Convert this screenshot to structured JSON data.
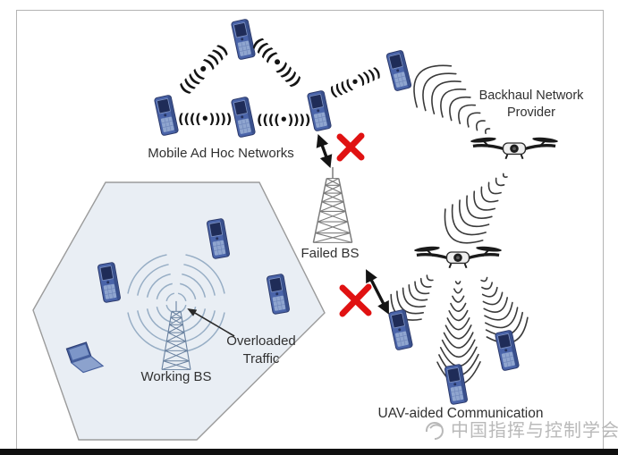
{
  "figure": {
    "regions": {
      "adhoc": {
        "label": "Mobile Ad Hoc Networks"
      },
      "backhaul": {
        "label_line1": "Backhaul Network",
        "label_line2": "Provider"
      },
      "failed_bs": {
        "label": "Failed BS"
      },
      "overloaded": {
        "label_line1": "Overloaded",
        "label_line2": "Traffic"
      },
      "working_bs": {
        "label": "Working BS"
      },
      "uav": {
        "label": "UAV-aided Communication"
      }
    },
    "watermark": {
      "text": "中国指挥与控制学会"
    },
    "icons": {
      "adhoc_signal_glyph": "((((•))))"
    },
    "colors": {
      "accent_red": "#e01212",
      "phone_blue": "#4a64a9",
      "hexagon_fill": "#e9eef4",
      "hexagon_stroke": "#9b9b9b",
      "wave_blue": "#8ea6c0",
      "beam_dark": "#3a3a3a",
      "text_dark": "#303030",
      "watermark_gray": "#b9b9b9",
      "frame_border": "#b4b4b4",
      "bottom_bar": "#101010"
    }
  }
}
